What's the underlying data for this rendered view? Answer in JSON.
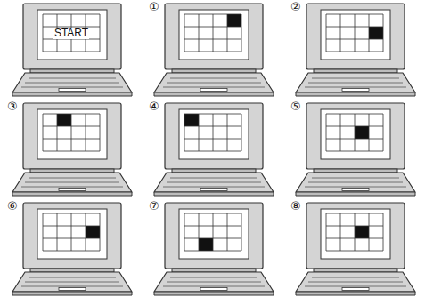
{
  "diagram": {
    "nodes": [
      {
        "text": [
          "START"
        ]
      },
      {
        "text": [
          "①"
        ]
      },
      {
        "text": [
          "②"
        ]
      },
      {
        "text": [
          "③"
        ]
      },
      {
        "text": [
          "④"
        ]
      },
      {
        "text": [
          "⑤"
        ]
      },
      {
        "text": [
          "⑥"
        ]
      },
      {
        "text": [
          "⑦"
        ]
      },
      {
        "text": [
          "⑧"
        ]
      }
    ]
  }
}
